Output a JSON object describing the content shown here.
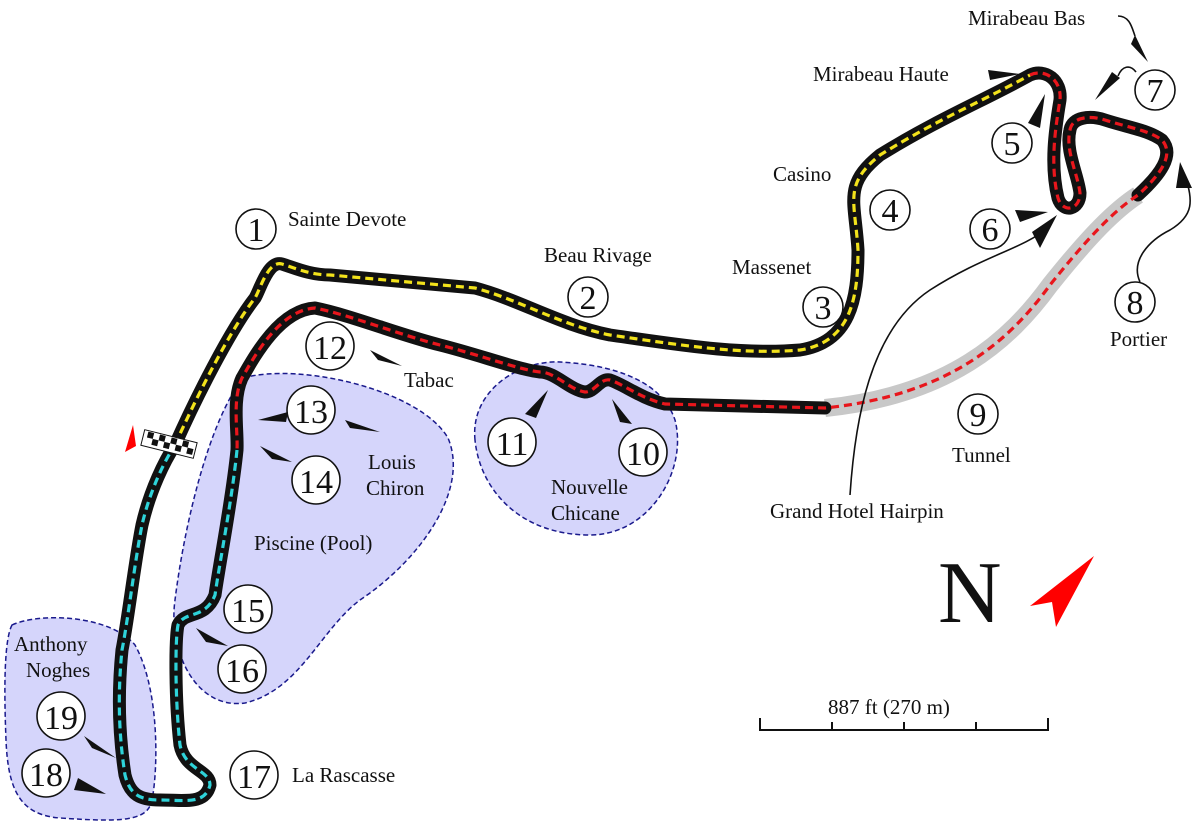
{
  "title": "",
  "colors": {
    "sector1": "#f2e21b",
    "sector2": "#e8161c",
    "sector3": "#2ed3d9",
    "track": "#111111",
    "tunnel": "#c8c8c8",
    "zone_fill": "#d5d5fb",
    "zone_edge": "#1a1a8c",
    "north_arrow": "#ff0000"
  },
  "corners": [
    {
      "num": "1",
      "name": "Sainte Devote"
    },
    {
      "num": "2",
      "name": "Beau Rivage"
    },
    {
      "num": "3",
      "name": "Massenet"
    },
    {
      "num": "4",
      "name": "Casino"
    },
    {
      "num": "5",
      "name": "Mirabeau Haute"
    },
    {
      "num": "6",
      "name": "Grand Hotel Hairpin"
    },
    {
      "num": "7",
      "name": "Mirabeau Bas"
    },
    {
      "num": "8",
      "name": "Portier"
    },
    {
      "num": "9",
      "name": "Tunnel"
    },
    {
      "num": "10",
      "name": "Nouvelle"
    },
    {
      "num": "11",
      "name": "Chicane"
    },
    {
      "num": "12",
      "name": "Tabac"
    },
    {
      "num": "13",
      "name": "Louis"
    },
    {
      "num": "14",
      "name": "Chiron"
    },
    {
      "num": "15",
      "name": "Piscine (Pool)"
    },
    {
      "num": "16",
      "name": ""
    },
    {
      "num": "17",
      "name": "La Rascasse"
    },
    {
      "num": "18",
      "name": "Anthony"
    },
    {
      "num": "19",
      "name": "Noghes"
    }
  ],
  "compass": {
    "letter": "N",
    "icon": "north-arrow-icon"
  },
  "scale": {
    "label": "887 ft (270 m)"
  }
}
